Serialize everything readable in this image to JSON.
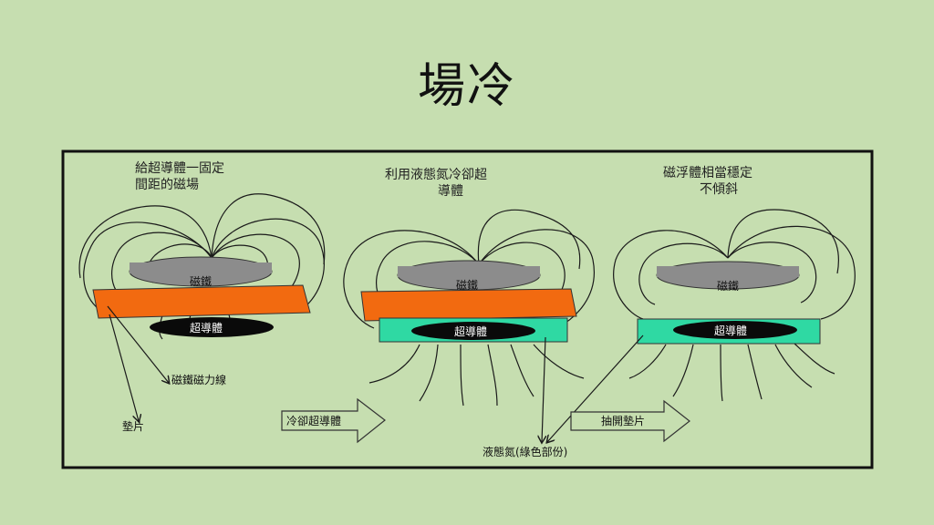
{
  "title": "場冷",
  "captions": {
    "left_line1": "給超導體一固定",
    "left_line2": "間距的磁場",
    "mid_line1": "利用液態氮冷卻超",
    "mid_line2": "導體",
    "right_line1": "磁浮體相當穩定",
    "right_line2": "不傾斜"
  },
  "labels": {
    "magnet": "磁鐵",
    "superconductor": "超導體",
    "field_lines": "磁鐵磁力線",
    "spacer": "墊片",
    "liquid_nitrogen": "液態氮(綠色部份)"
  },
  "arrows": {
    "cool": "冷卻超導體",
    "remove_spacer": "抽開墊片"
  },
  "colors": {
    "background": "#c6deb0",
    "magnet": "#8c8c8c",
    "spacer": "#f26a10",
    "superconductor": "#0a0a0a",
    "liquid_nitrogen": "#2fd9a3"
  }
}
